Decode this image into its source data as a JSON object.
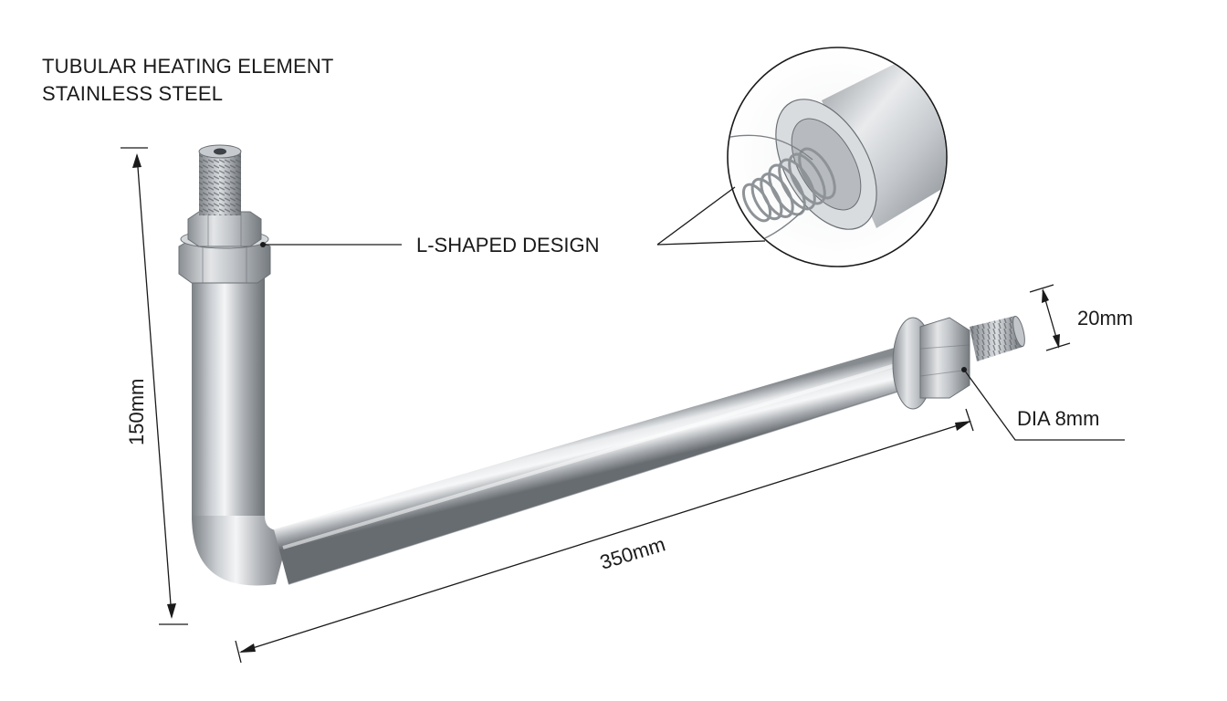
{
  "title": {
    "line1": "TUBULAR HEATING ELEMENT",
    "line2": "STAINLESS STEEL"
  },
  "callouts": {
    "design": "L-SHAPED DESIGN",
    "thread_length": "20mm",
    "diameter": "DIA 8mm"
  },
  "dimensions": {
    "height": "150mm",
    "length": "350mm"
  },
  "colors": {
    "steel_light": "#f2f3f4",
    "steel_mid": "#b3b7bb",
    "steel_dark": "#6f7479",
    "line": "#1a1a1a"
  }
}
